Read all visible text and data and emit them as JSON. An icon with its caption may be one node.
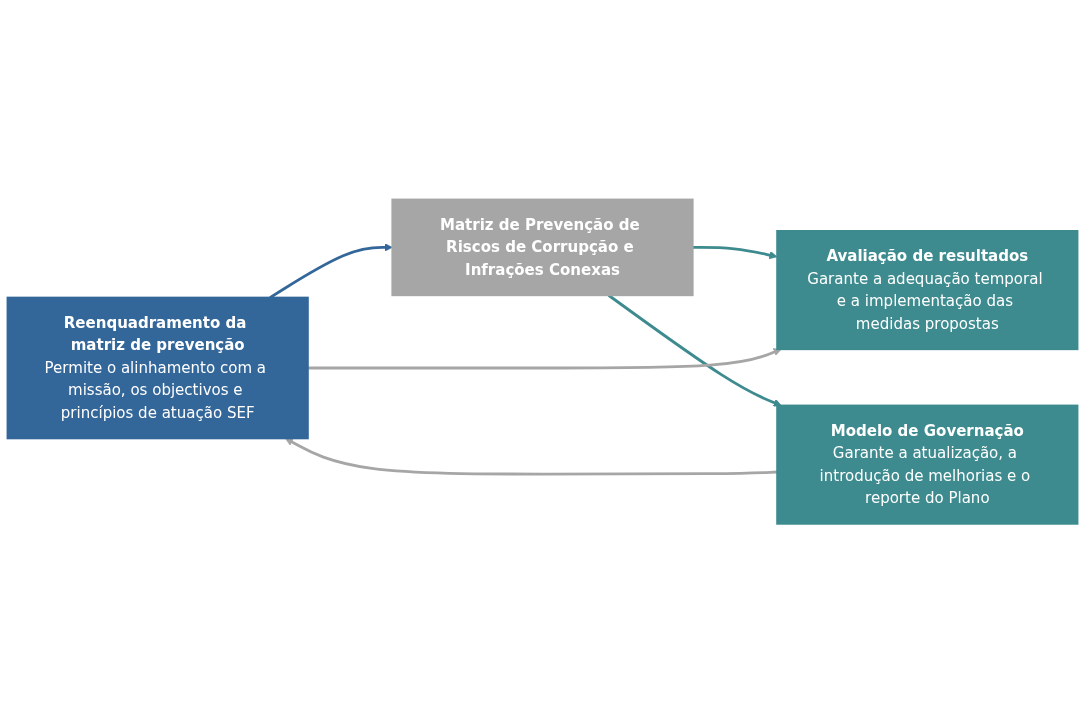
{
  "diagram": {
    "nodes": [
      {
        "text": [
          "Reenquadramento da matriz de prevenção",
          "Permite o alinhamento com a missão, os objectivos e princípios de atuação SEF"
        ]
      },
      {
        "text": [
          "Matriz de Prevenção de Riscos de Corrupção e Infrações Conexas"
        ]
      },
      {
        "text": [
          "Avaliação de resultados",
          "Garante a adequação temporal e a implementação das medidas propostas"
        ]
      },
      {
        "text": [
          "Modelo de Governação",
          "Garante a atualização, a introdução de melhorias e o reporte do Plano"
        ]
      }
    ],
    "edges": [
      {
        "from": 0,
        "to": 1,
        "arrow": "to",
        "color": "#336699"
      },
      {
        "from": 1,
        "to": 2,
        "arrow": "to",
        "color": "#3d8b8f"
      },
      {
        "from": 1,
        "to": 3,
        "arrow": "to",
        "color": "#3d8b8f"
      },
      {
        "from": 0,
        "to": 2,
        "arrow": "to",
        "color": "#a6a6a6"
      },
      {
        "from": 3,
        "to": 0,
        "arrow": "to",
        "color": "#a6a6a6"
      }
    ]
  }
}
